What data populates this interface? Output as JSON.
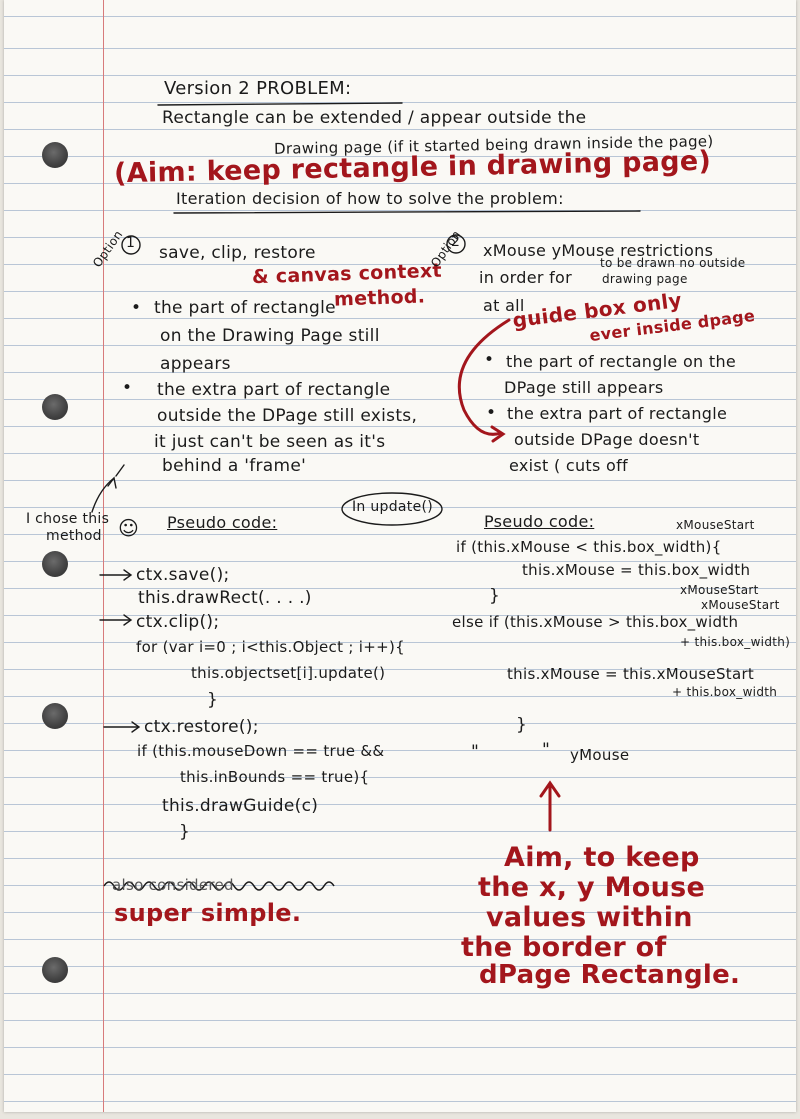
{
  "title": "Version 2 PROBLEM:",
  "problem_line1": "Rectangle can be extended / appear outside the",
  "problem_line2": "Drawing page (if it started being drawn inside the page)",
  "aim": "(Aim: keep rectangle in drawing page)",
  "iteration_heading": "Iteration decision of how to solve the problem:",
  "option1": {
    "label": "Option",
    "number": "1",
    "heading": "save, clip, restore",
    "annotation_line1": "& canvas context",
    "annotation_line2": "method.",
    "bullets": [
      [
        "the part of rectangle",
        "on the Drawing Page still",
        "appears"
      ],
      [
        "the extra part of rectangle",
        "outside the DPage still exists,",
        "it just can't be seen as it's",
        "behind a 'frame'"
      ]
    ]
  },
  "option2": {
    "label": "Option",
    "number": "2",
    "heading_line1": "xMouse yMouse restrictions",
    "heading_line2": "in order for",
    "heading_insert": "to be drawn no outside",
    "heading_line3": "drawing page",
    "heading_line4": "at all",
    "annotation_line1": "guide box only",
    "annotation_line2": "ever inside dpage",
    "bullets": [
      [
        "the part of rectangle on the",
        "DPage still appears"
      ],
      [
        "the extra part of rectangle",
        "outside DPage doesn't",
        "exist ( cuts off"
      ]
    ]
  },
  "chose_note": [
    "I chose this",
    "method"
  ],
  "smiley": "☺",
  "pseudo1": {
    "heading": "Pseudo code:",
    "bubble": "In update()",
    "lines": [
      "ctx.save();",
      "this.drawRect(. . . .)",
      "ctx.clip();",
      "for (var i=0 ; i<this.Object ; i++){",
      "this.objectset[i].update()",
      "}",
      "ctx.restore();",
      "if (this.mouseDown == true &&",
      "this.inBounds == true){",
      "this.drawGuide(c)",
      "}"
    ]
  },
  "pseudo2": {
    "heading": "Pseudo code:",
    "lines": [
      "xMouseStart",
      "if (this.xMouse < this.box_width){",
      "this.xMouse = this.box_width",
      "xMouseStart",
      "}",
      "xMouseStart",
      "else if (this.xMouse > this.box_width",
      "+ this.box_width)",
      "this.xMouse = this.xMouseStart",
      "+ this.box_width",
      "}",
      "\"",
      "\"",
      "yMouse"
    ]
  },
  "crossed_out": "also considered",
  "super_simple": "super simple.",
  "aim2": [
    "Aim, to keep",
    "the x, y Mouse",
    "values within",
    "the border of",
    "dPage Rectangle."
  ],
  "colors": {
    "ink": "#1b1b1b",
    "red_ink": "#a3161c",
    "rule": "#b9c6d6",
    "margin": "#d77b7b"
  }
}
